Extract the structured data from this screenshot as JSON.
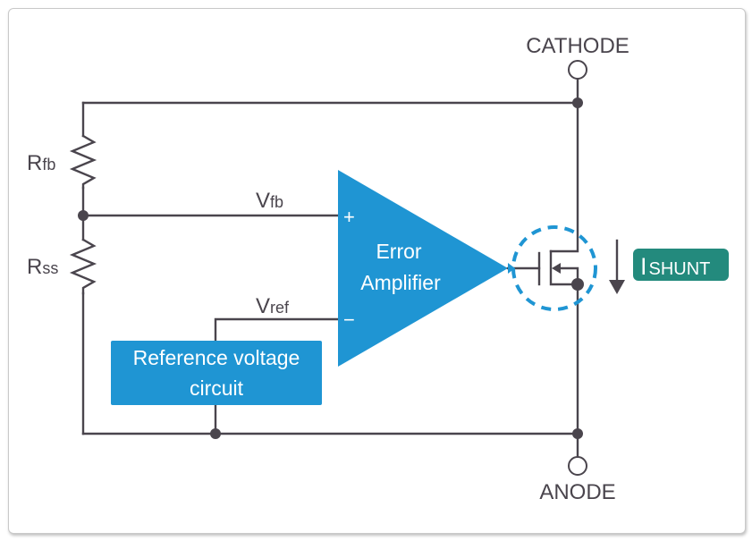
{
  "diagram": {
    "type": "shunt-regulator-schematic",
    "colors": {
      "wire": "#4a454d",
      "amplifier": "#1f95d3",
      "reference_box": "#1f95d3",
      "highlight_ring": "#1f95d3",
      "current_badge": "#238a7d",
      "text_on_fill": "#ffffff"
    },
    "terminals": {
      "top": "CATHODE",
      "bottom": "ANODE"
    },
    "resistors": [
      {
        "main": "R",
        "sub": "fb"
      },
      {
        "main": "R",
        "sub": "ss"
      }
    ],
    "signals": {
      "feedback": {
        "main": "V",
        "sub": "fb"
      },
      "reference": {
        "main": "V",
        "sub": "ref"
      }
    },
    "amplifier": {
      "line1": "Error",
      "line2": "Amplifier",
      "plus": "+",
      "minus": "−"
    },
    "reference_block": {
      "line1": "Reference voltage",
      "line2": "circuit"
    },
    "current": {
      "main": "I",
      "sub": "SHUNT",
      "direction": "down"
    },
    "transistor": "n-channel MOSFET (highlighted)"
  }
}
